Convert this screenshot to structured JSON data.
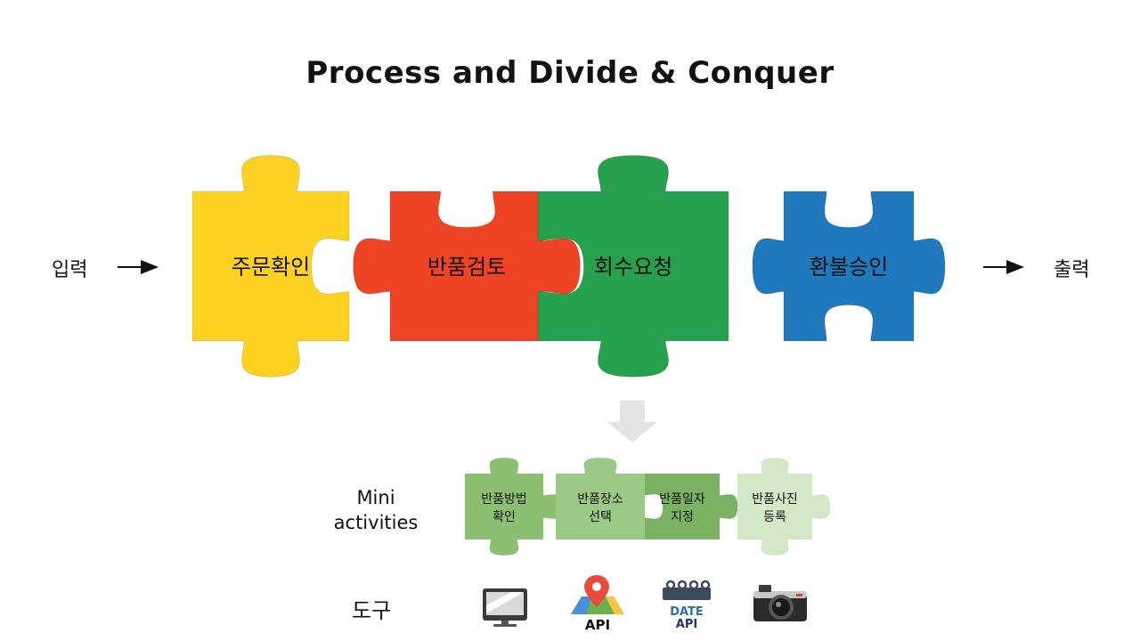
{
  "title": "Process and Divide & Conquer",
  "input_label": "입력",
  "output_label": "출력",
  "processes": [
    {
      "label": "주문확인",
      "color": "#FDD122"
    },
    {
      "label": "반품검토",
      "color": "#EE4324"
    },
    {
      "label": "회수요청",
      "color": "#28A14E"
    },
    {
      "label": "환불승인",
      "color": "#2179BD"
    }
  ],
  "mini_label_lines": [
    "Mini",
    "activities"
  ],
  "mini_activities": [
    {
      "lines": [
        "반품방법",
        "확인"
      ],
      "color": "#8CBF72"
    },
    {
      "lines": [
        "반품장소",
        "선택"
      ],
      "color": "#9CC985"
    },
    {
      "lines": [
        "반품일자",
        "지정"
      ],
      "color": "#7BB162"
    },
    {
      "lines": [
        "반품사진",
        "등록"
      ],
      "color": "#D4E8C8"
    }
  ],
  "tools_label": "도구",
  "tools": [
    {
      "icon": "monitor-icon"
    },
    {
      "icon": "map-pin-icon",
      "text": "API"
    },
    {
      "icon": "calendar-icon",
      "text_top": "DATE",
      "text_bottom": "API"
    },
    {
      "icon": "camera-icon"
    }
  ]
}
